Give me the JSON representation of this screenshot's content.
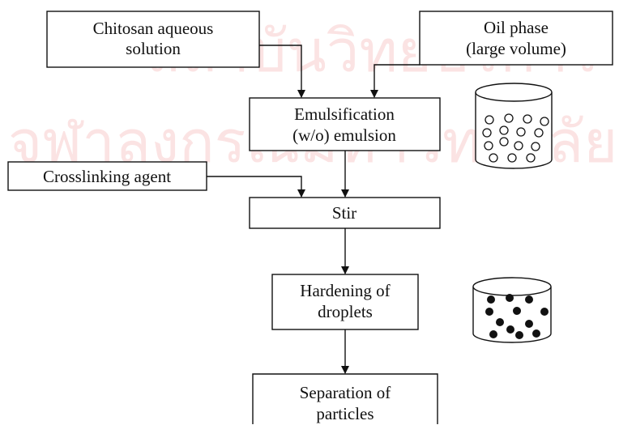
{
  "watermark": {
    "line1": "สถาบันวิทยบริการ",
    "line2": "จุฬาลงกรณ์มหาวิทยาลัย",
    "color": "#fbe3e3"
  },
  "boxes": {
    "chitosan": {
      "lines": [
        "Chitosan aqueous",
        "solution"
      ]
    },
    "oil": {
      "lines": [
        "Oil phase",
        "(large volume)"
      ]
    },
    "emulsification": {
      "lines": [
        "Emulsification",
        "(w/o) emulsion"
      ]
    },
    "crosslinking": {
      "lines": [
        "Crosslinking agent"
      ]
    },
    "stir": {
      "lines": [
        "Stir"
      ]
    },
    "hardening": {
      "lines": [
        "Hardening of",
        "droplets"
      ]
    },
    "separation": {
      "lines": [
        "Separation of",
        "particles"
      ]
    }
  },
  "illustrations": {
    "emulsion_container": {
      "droplet_style": "hollow"
    },
    "hardened_container": {
      "droplet_style": "filled"
    }
  },
  "colors": {
    "stroke": "#111111",
    "background": "#ffffff"
  }
}
